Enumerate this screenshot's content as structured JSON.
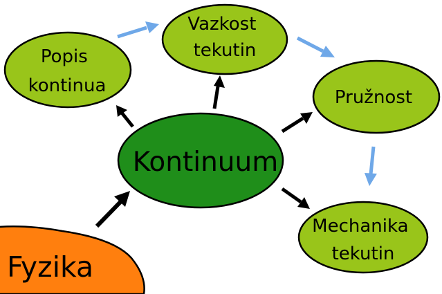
{
  "colors": {
    "center_fill": "#1f8e1a",
    "node_fill": "#99c51a",
    "root_fill": "#ff7f0e",
    "outline": "#000000",
    "arrow_dark": "#000000",
    "arrow_light": "#6fa8e8"
  },
  "nodes": {
    "center": {
      "label": "Kontinuum"
    },
    "root": {
      "label": "Fyzika"
    },
    "popis": {
      "lines": [
        "Popis",
        "kontinua"
      ]
    },
    "vazkost": {
      "lines": [
        "Vazkost",
        "tekutin"
      ]
    },
    "pruznost": {
      "lines": [
        "Pružnost"
      ]
    },
    "mechanika": {
      "lines": [
        "Mechanika",
        "tekutin"
      ]
    }
  },
  "edges": [
    {
      "from": "root",
      "to": "center",
      "style": "dark"
    },
    {
      "from": "center",
      "to": "popis",
      "style": "dark"
    },
    {
      "from": "center",
      "to": "vazkost",
      "style": "dark"
    },
    {
      "from": "center",
      "to": "pruznost",
      "style": "dark"
    },
    {
      "from": "center",
      "to": "mechanika",
      "style": "dark"
    },
    {
      "from": "popis",
      "to": "vazkost",
      "style": "light"
    },
    {
      "from": "vazkost",
      "to": "pruznost",
      "style": "light"
    },
    {
      "from": "pruznost",
      "to": "mechanika",
      "style": "light"
    }
  ]
}
